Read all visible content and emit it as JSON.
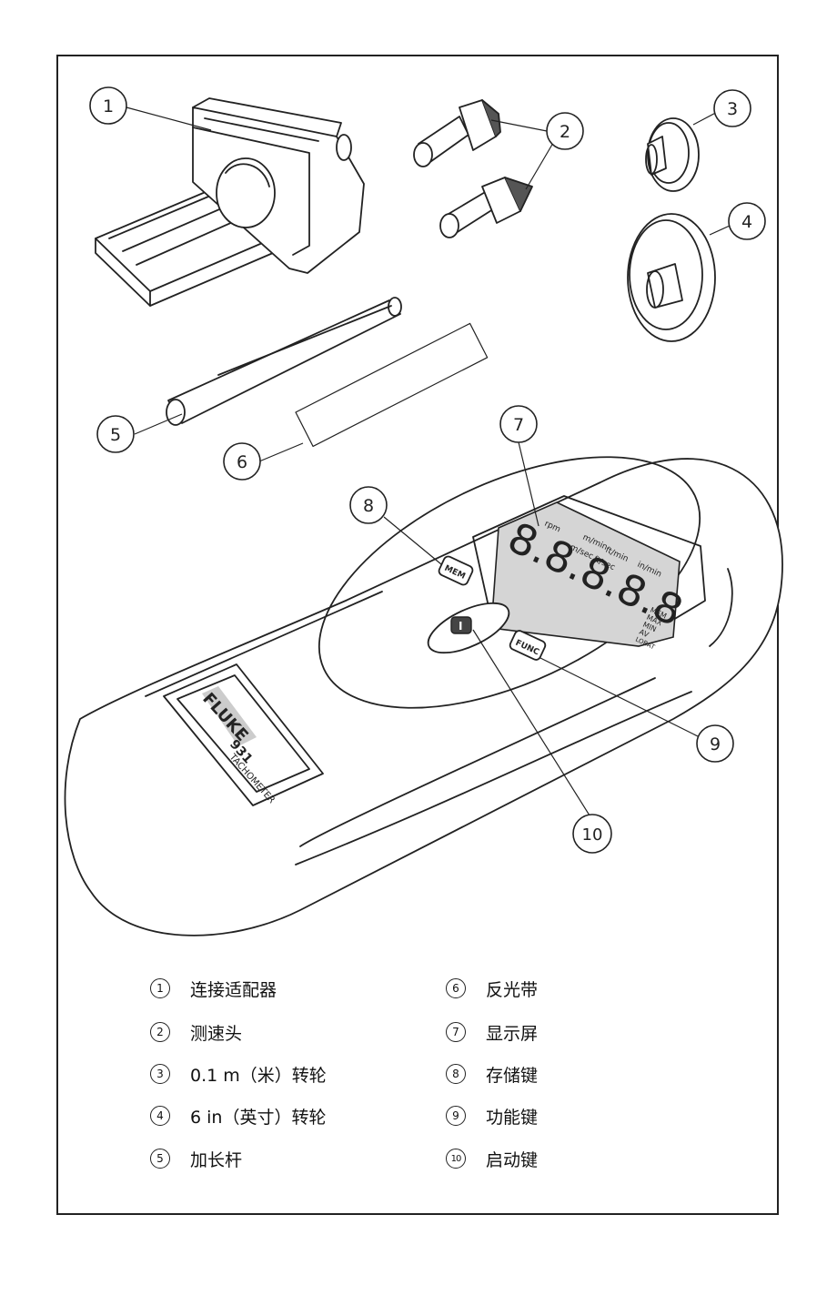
{
  "callouts": [
    "1",
    "2",
    "3",
    "4",
    "5",
    "6",
    "7",
    "8",
    "9",
    "10"
  ],
  "device": {
    "brand": "FLUKE",
    "model": "931",
    "type": "TACHOMETER",
    "btn_mem": "MEM",
    "btn_func": "FUNC",
    "btn_start": "I",
    "lcd_digits": "8.8.8.8.8",
    "lcd_units": [
      "rpm",
      "m/min",
      "ft/min",
      "in/min",
      "m/sec",
      "ft/sec"
    ],
    "lcd_modes": [
      "MEM",
      "MAX",
      "MIN",
      "AV",
      "LOBAT"
    ]
  },
  "legend": {
    "left": [
      {
        "num": "1",
        "text": "连接适配器"
      },
      {
        "num": "2",
        "text": "测速头"
      },
      {
        "num": "3",
        "text": "0.1 m（米）转轮"
      },
      {
        "num": "4",
        "text": "6 in（英寸）转轮"
      },
      {
        "num": "5",
        "text": "加长杆"
      }
    ],
    "right": [
      {
        "num": "6",
        "text": "反光带"
      },
      {
        "num": "7",
        "text": "显示屏"
      },
      {
        "num": "8",
        "text": "存储键"
      },
      {
        "num": "9",
        "text": "功能键"
      },
      {
        "num": "10",
        "text": "启动键"
      }
    ]
  }
}
